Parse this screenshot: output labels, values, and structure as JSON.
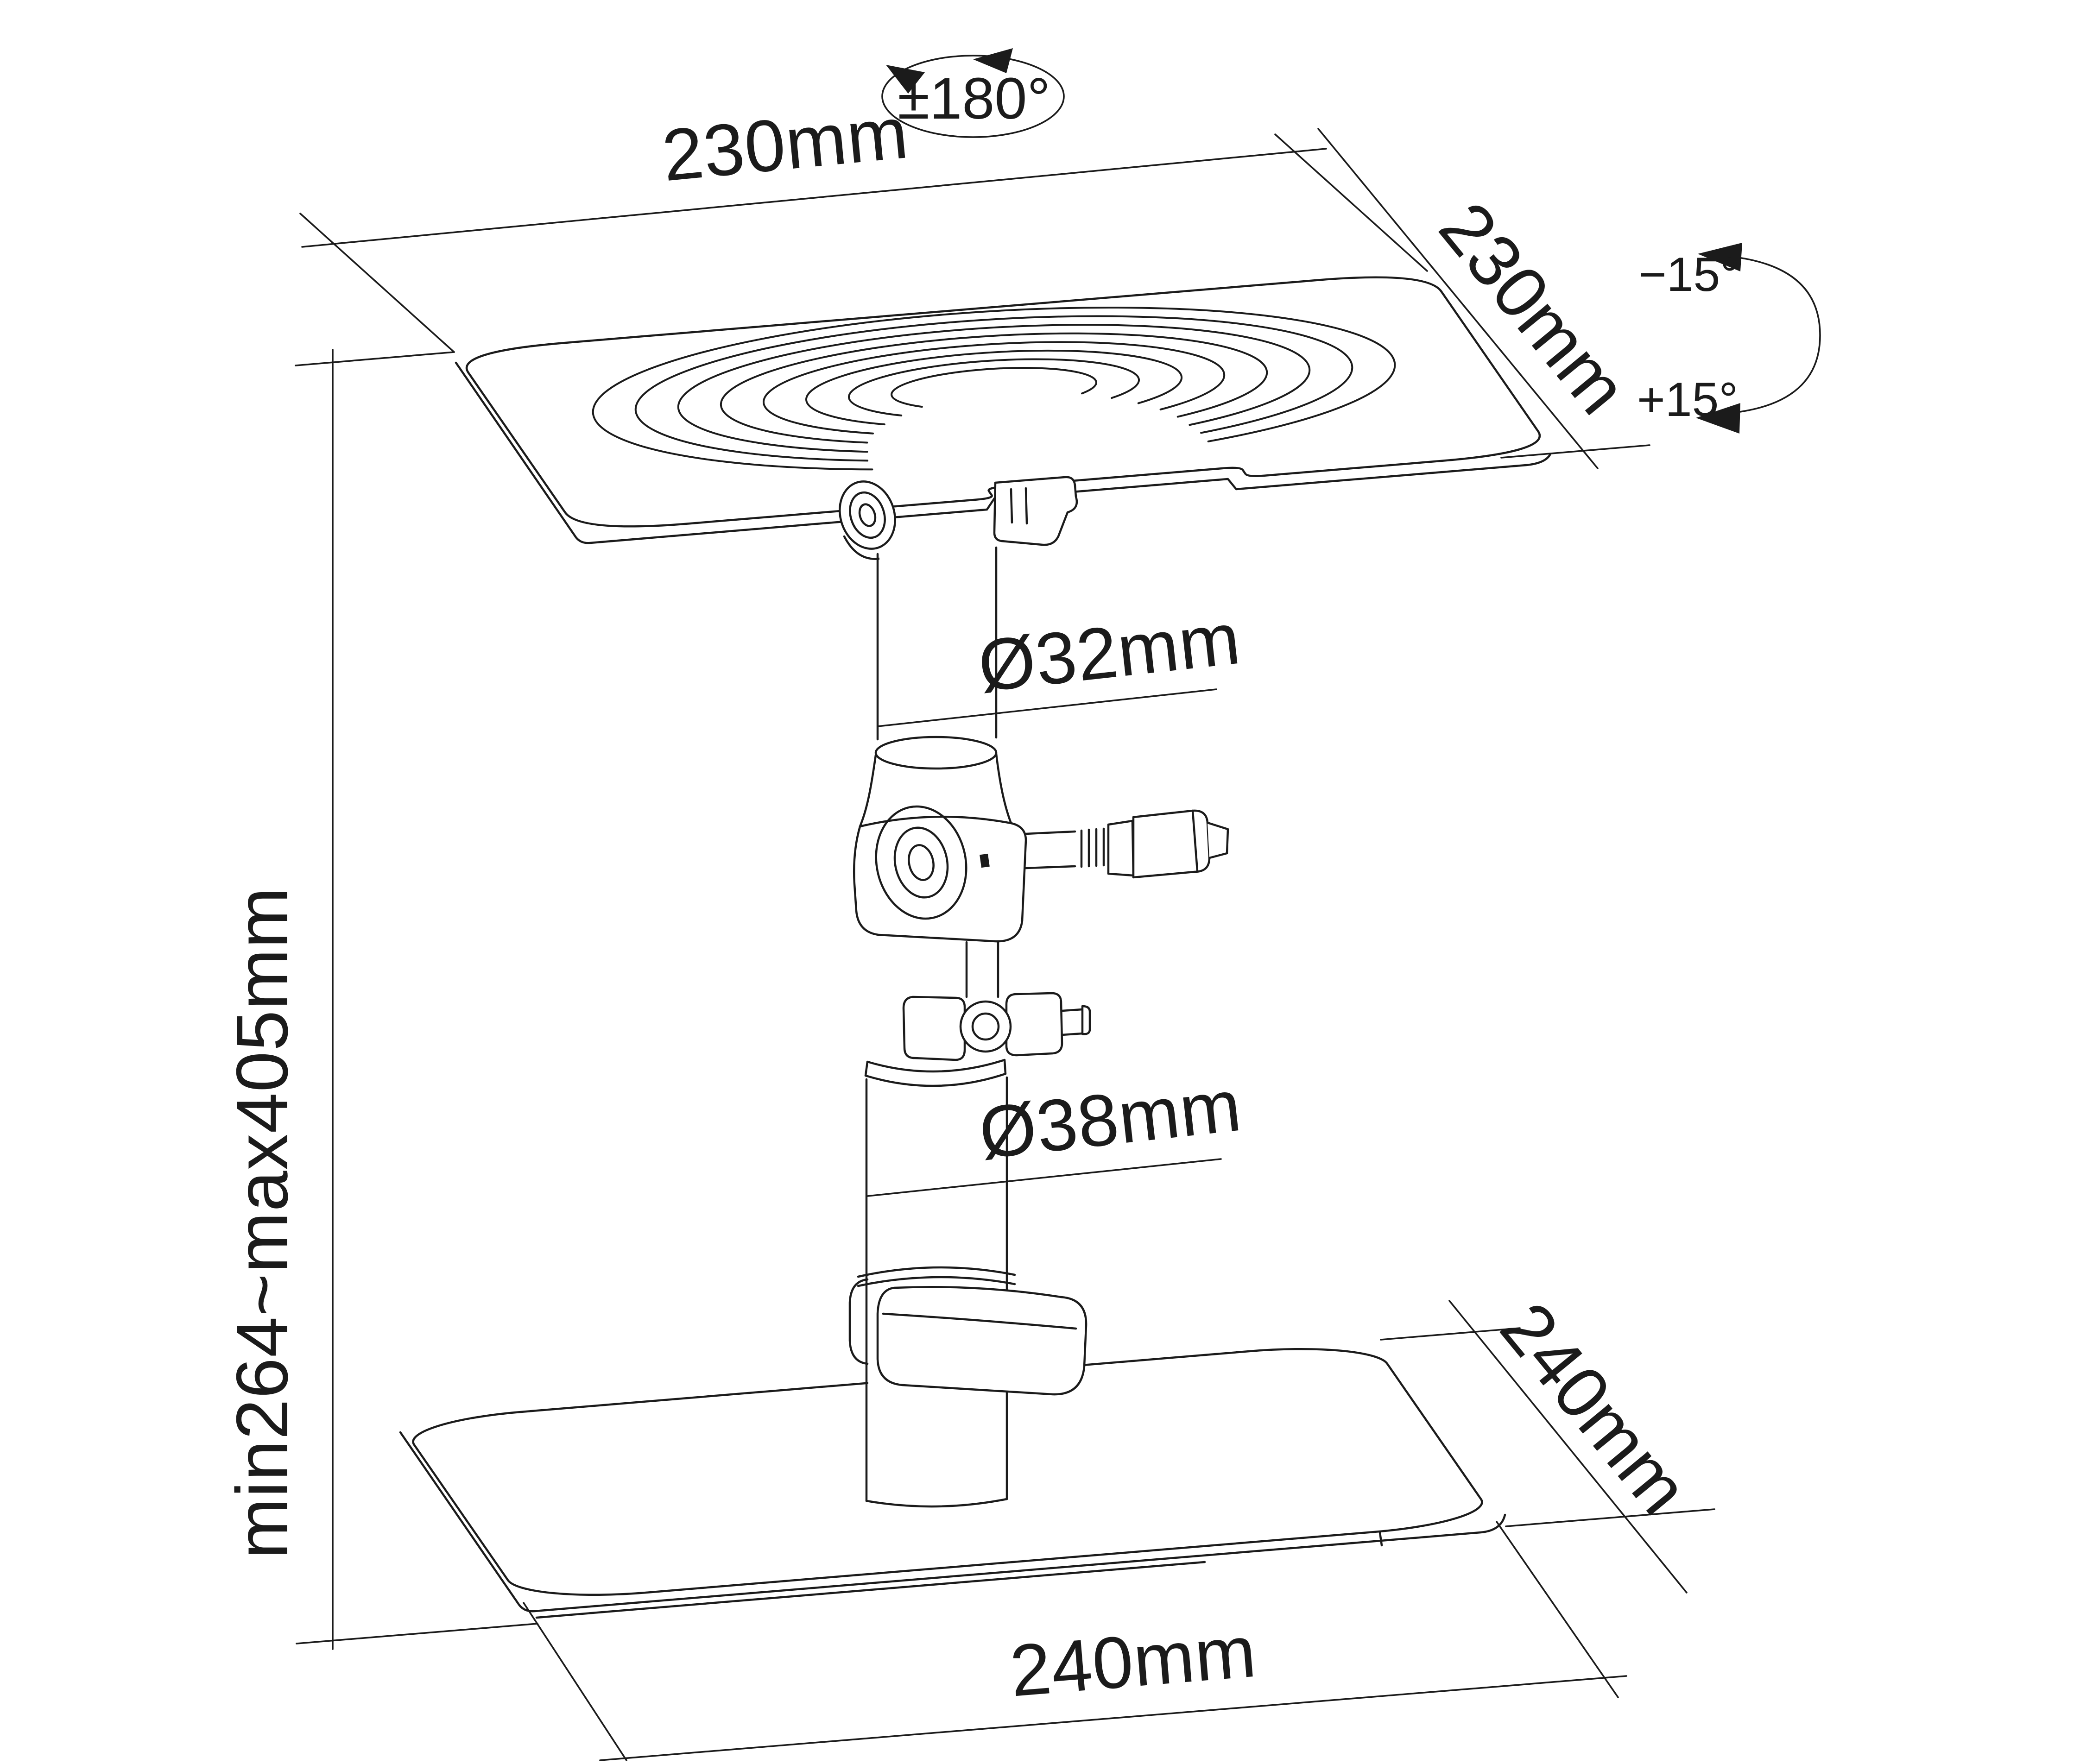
{
  "diagram_type": "speaker-stand-dimension-drawing",
  "colors": {
    "line": "#1b1b1b",
    "background": "#ffffff"
  },
  "labels": {
    "top_width": "230mm",
    "top_depth": "230mm",
    "swivel_range": "±180°",
    "tilt_minus": "−15°",
    "tilt_plus": "+15°",
    "upper_pole_diameter": "Ø32mm",
    "lower_pole_diameter": "Ø38mm",
    "height_range": "min264~max405mm",
    "base_width": "240mm",
    "base_depth": "240mm"
  }
}
